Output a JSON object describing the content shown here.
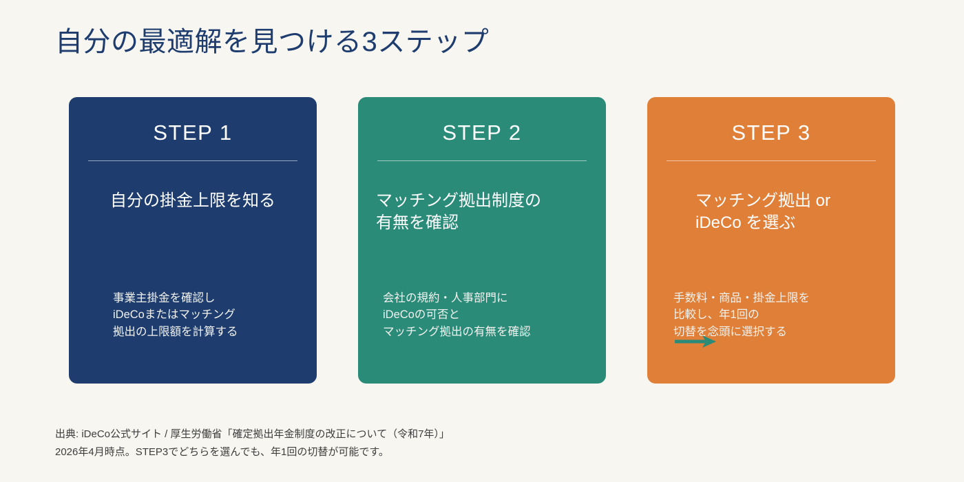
{
  "page": {
    "title": "自分の最適解を見つける3ステップ",
    "background_color": "#f7f6f1",
    "title_color": "#1e3d6e"
  },
  "steps": [
    {
      "label": "STEP 1",
      "color": "#1e3d6e",
      "heading_lines": [
        "自分の掛金上限を知る"
      ],
      "body_lines": [
        "事業主掛金を確認し",
        "iDeCoまたはマッチング",
        "拠出の上限額を計算する"
      ]
    },
    {
      "label": "STEP 2",
      "color": "#2b8b79",
      "heading_lines": [
        "マッチング拠出制度の",
        "有無を確認"
      ],
      "body_lines": [
        "会社の規約・人事部門に",
        "iDeCoの可否と",
        "マッチング拠出の有無を確認"
      ]
    },
    {
      "label": "STEP 3",
      "color": "#e07f38",
      "heading_lines": [
        "マッチング拠出 or",
        "iDeCo を選ぶ"
      ],
      "body_lines": [
        "手数料・商品・掛金上限を",
        "比較し、年1回の",
        "切替を念頭に選択する"
      ]
    }
  ],
  "connectors": {
    "color": "#2b8b79",
    "icon": "arrow-right-icon"
  },
  "footnote": {
    "line1": "出典: iDeCo公式サイト / 厚生労働省「確定拠出年金制度の改正について（令和7年）」",
    "line2": "2026年4月時点。STEP3でどちらを選んでも、年1回の切替が可能です。"
  }
}
